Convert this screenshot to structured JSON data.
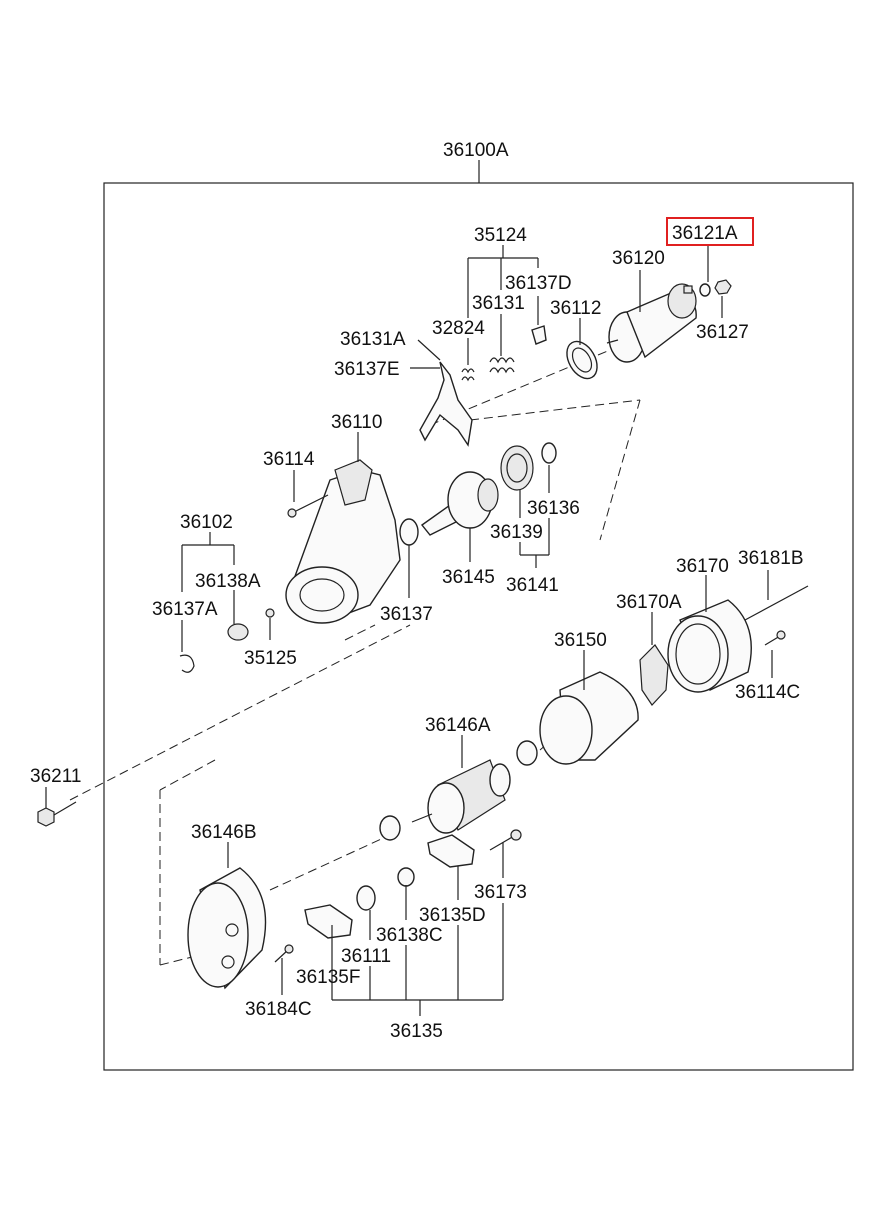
{
  "labels": {
    "p36100A": "36100A",
    "p36121A": "36121A",
    "p35124": "35124",
    "p36120": "36120",
    "p36137D": "36137D",
    "p36131": "36131",
    "p36112": "36112",
    "p36127": "36127",
    "p36131A": "36131A",
    "p32824": "32824",
    "p36137E": "36137E",
    "p36110": "36110",
    "p36114": "36114",
    "p36136": "36136",
    "p36102": "36102",
    "p36139": "36139",
    "p36138A": "36138A",
    "p36145": "36145",
    "p36141": "36141",
    "p36137A": "36137A",
    "p36137": "36137",
    "p35125": "35125",
    "p36170": "36170",
    "p36181B": "36181B",
    "p36170A": "36170A",
    "p36150": "36150",
    "p36114C": "36114C",
    "p36146A": "36146A",
    "p36211": "36211",
    "p36146B": "36146B",
    "p36173": "36173",
    "p36135D": "36135D",
    "p36138C": "36138C",
    "p36111": "36111",
    "p36135F": "36135F",
    "p36184C": "36184C",
    "p36135": "36135"
  },
  "highlight": {
    "part": "36121A",
    "color": "#e02020"
  }
}
